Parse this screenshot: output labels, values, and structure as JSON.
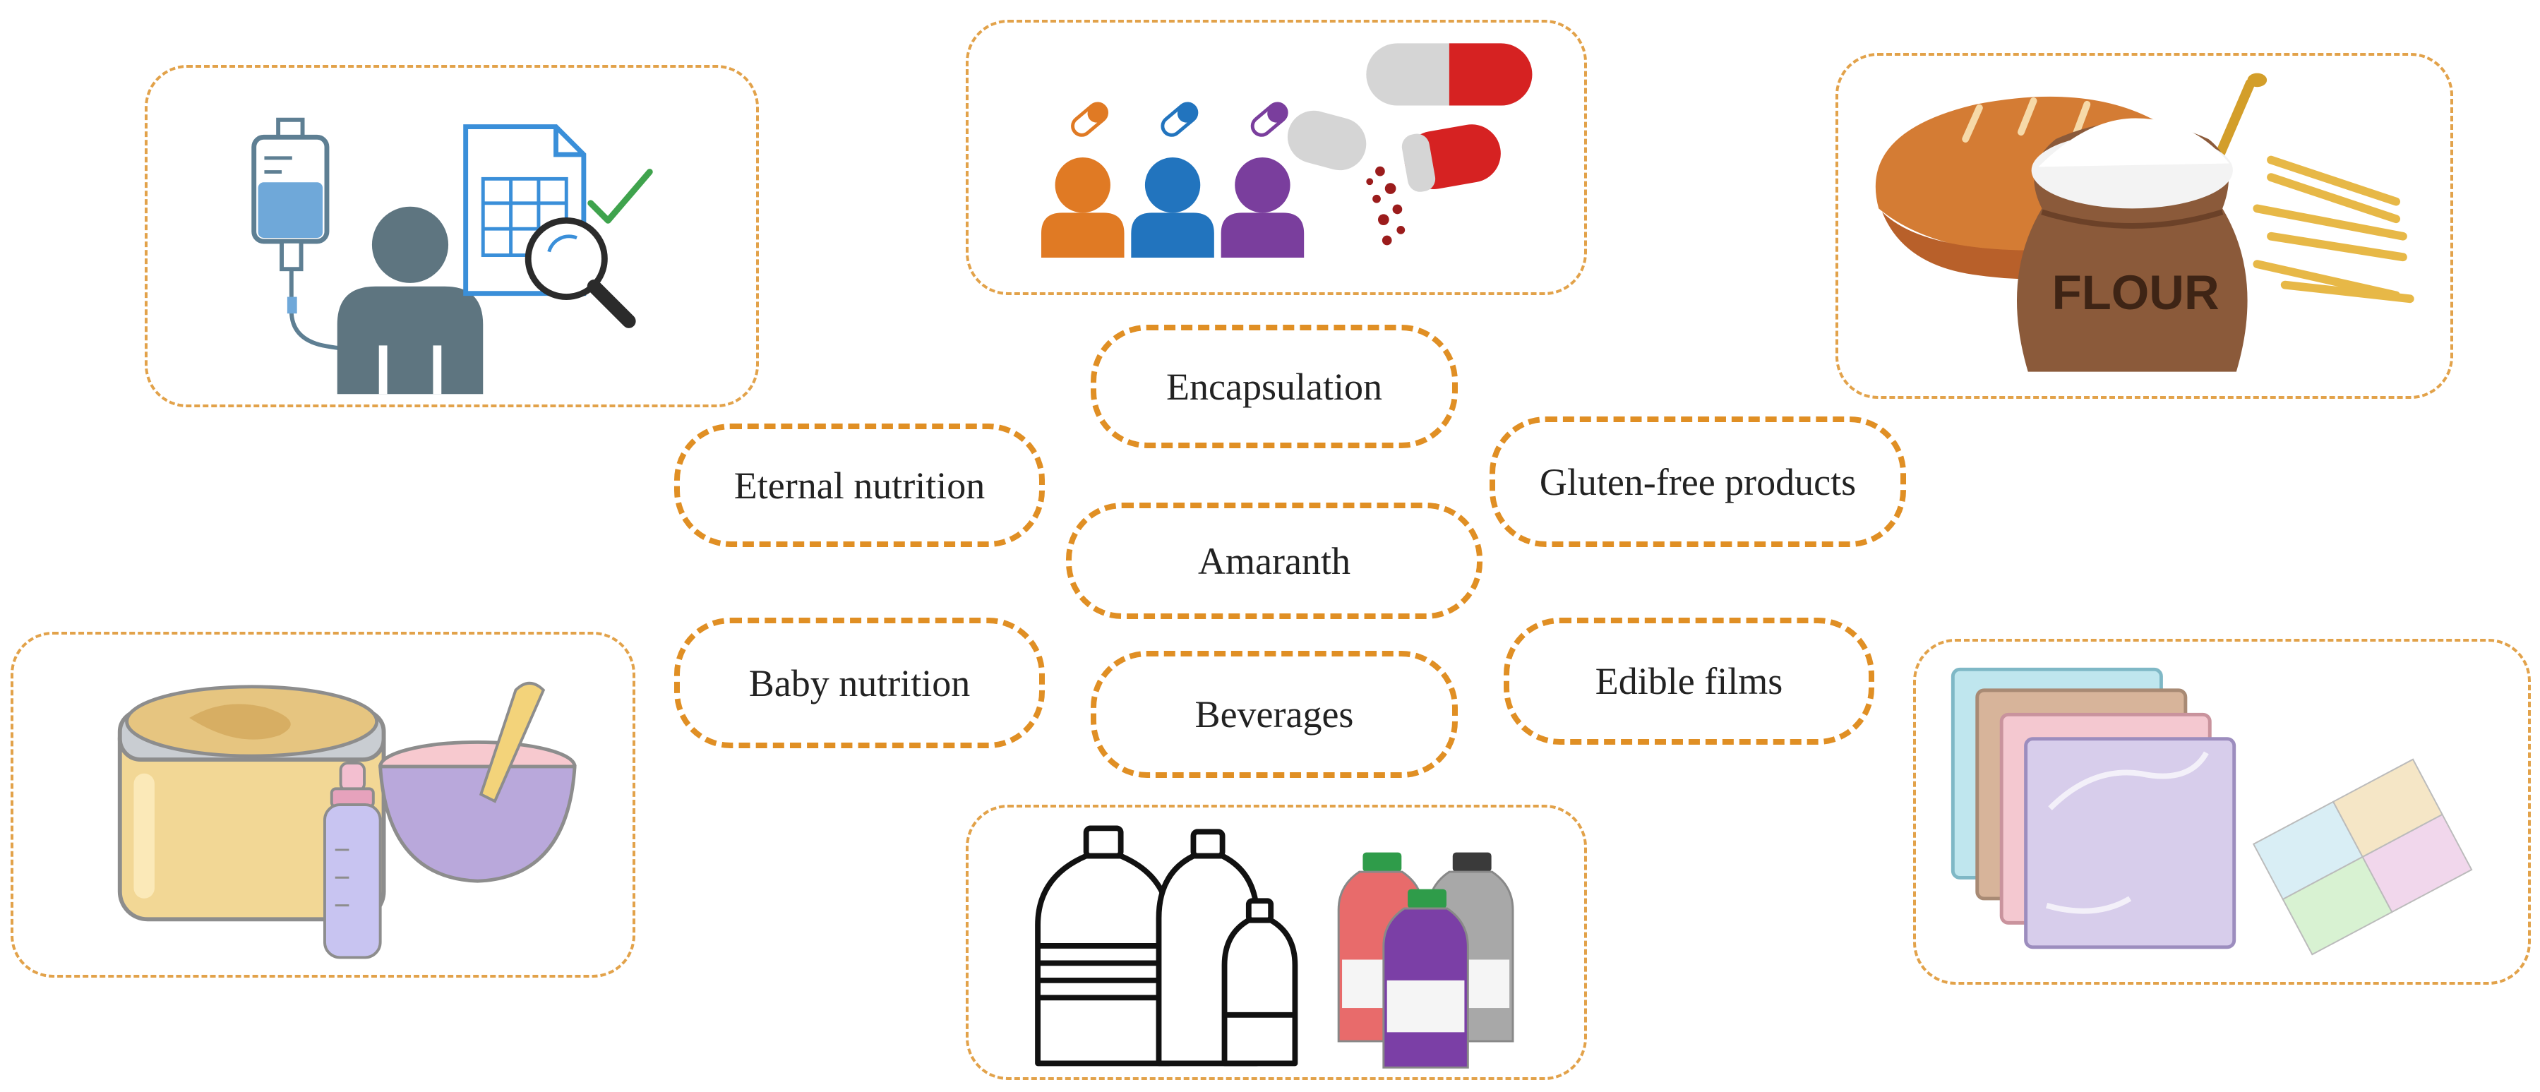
{
  "center": {
    "label": "Amaranth"
  },
  "applications": [
    {
      "label": "Encapsulation",
      "icon": "capsule-patients-icon"
    },
    {
      "label": "Eternal nutrition",
      "icon": "iv-drip-patient-icon"
    },
    {
      "label": "Gluten-free products",
      "icon": "bread-flour-icon"
    },
    {
      "label": "Baby nutrition",
      "icon": "baby-food-icon"
    },
    {
      "label": "Beverages",
      "icon": "bottles-icon"
    },
    {
      "label": "Edible films",
      "icon": "edible-films-icon"
    }
  ],
  "flour_sack_text": "FLOUR",
  "colors": {
    "dashed_border": "#E08F24",
    "frame_border": "#E2A24A",
    "text": "#222222"
  }
}
